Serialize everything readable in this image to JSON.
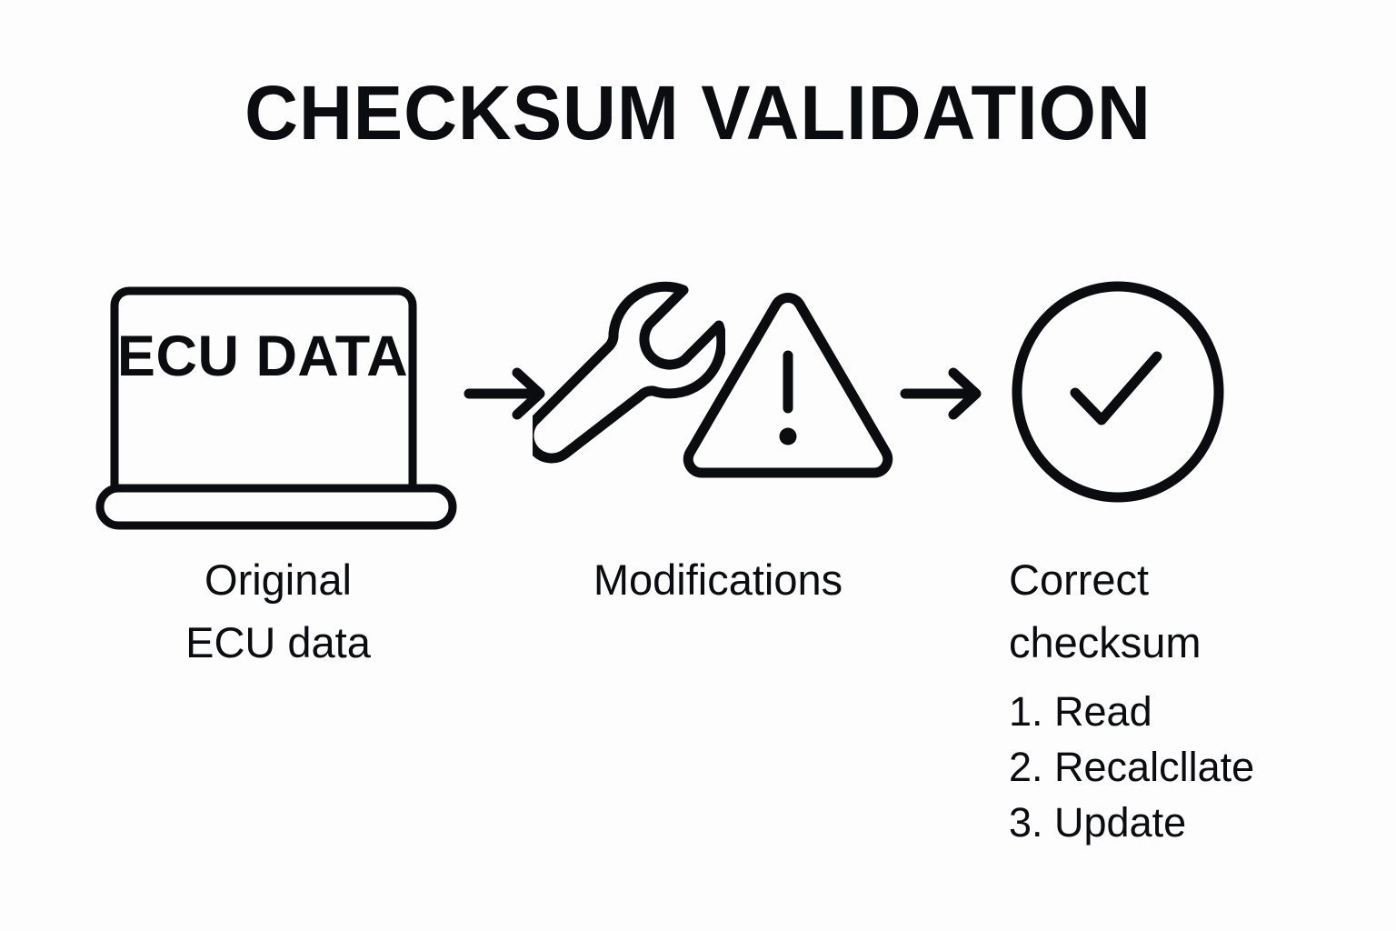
{
  "page": {
    "title": "CHECKSUM VALIDATION",
    "background_color": "#fdfdfd",
    "ink_color": "#0a0c0f"
  },
  "flow": {
    "steps": [
      {
        "id": "original",
        "icon": "laptop-icon",
        "screen_text": "ECU\nDATA",
        "caption": "Original\nECU data"
      },
      {
        "id": "modifications",
        "icon": "wrench-icon",
        "secondary_icon": "warning-triangle-icon",
        "caption": "Modifications"
      },
      {
        "id": "correct",
        "icon": "check-circle-icon",
        "caption": "Correct\nchecksum"
      }
    ],
    "connectors": [
      {
        "id": "arrow-1",
        "icon": "arrow-right-icon"
      },
      {
        "id": "arrow-2",
        "icon": "arrow-right-icon"
      }
    ]
  },
  "procedure": {
    "items": [
      "1. Read",
      "2. Recalcllate",
      "3. Update"
    ]
  }
}
